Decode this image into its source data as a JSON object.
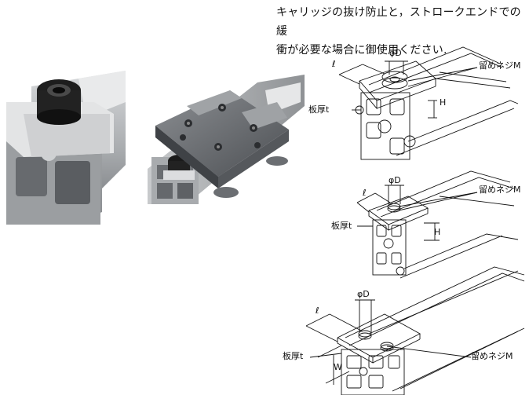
{
  "caption": {
    "line1": "キャリッジの抜け防止と，ストロークエンドでの緩",
    "line2": "衝が必要な場合に御使用ください."
  },
  "diagram_top": {
    "dim_l": "ℓ",
    "dim_phi_d": "φD",
    "screw": "留めネジM",
    "height": "H",
    "thickness": "板厚t"
  },
  "diagram_mid": {
    "dim_l": "ℓ",
    "dim_phi_d": "φD",
    "screw": "留めネジM",
    "height": "H",
    "thickness": "板厚t"
  },
  "diagram_bot": {
    "dim_l": "ℓ",
    "dim_phi_d": "φD",
    "screw": "留めネジM",
    "width": "W",
    "thickness": "板厚t"
  }
}
